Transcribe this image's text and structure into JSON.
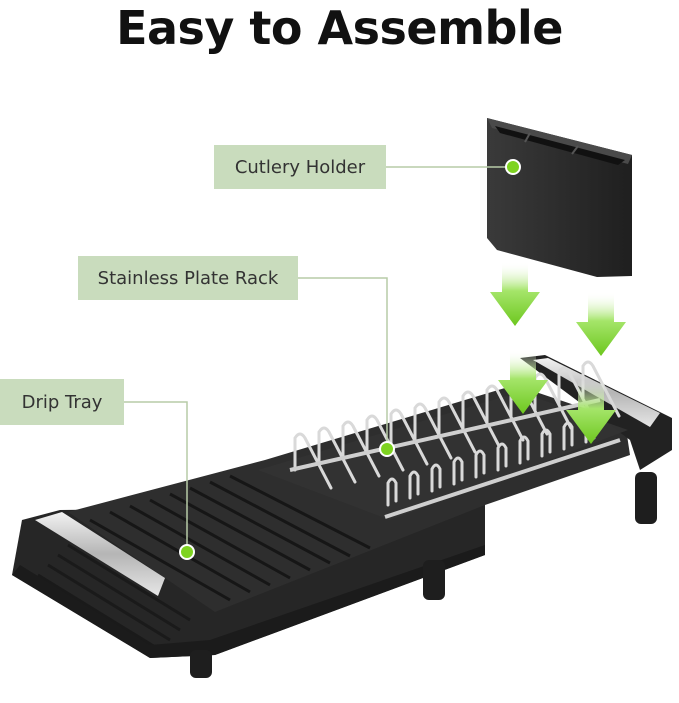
{
  "headline": "Easy to Assemble",
  "callouts": {
    "cutlery_holder": "Cutlery Holder",
    "plate_rack": "Stainless Plate Rack",
    "drip_tray": "Drip Tray"
  },
  "colors": {
    "background": "#ffffff",
    "label_bg": "#c9dcbd",
    "label_text": "#333333",
    "accent_green": "#7ed321",
    "product_dark": "#2a2a2a",
    "steel": "#c8c8c8"
  }
}
